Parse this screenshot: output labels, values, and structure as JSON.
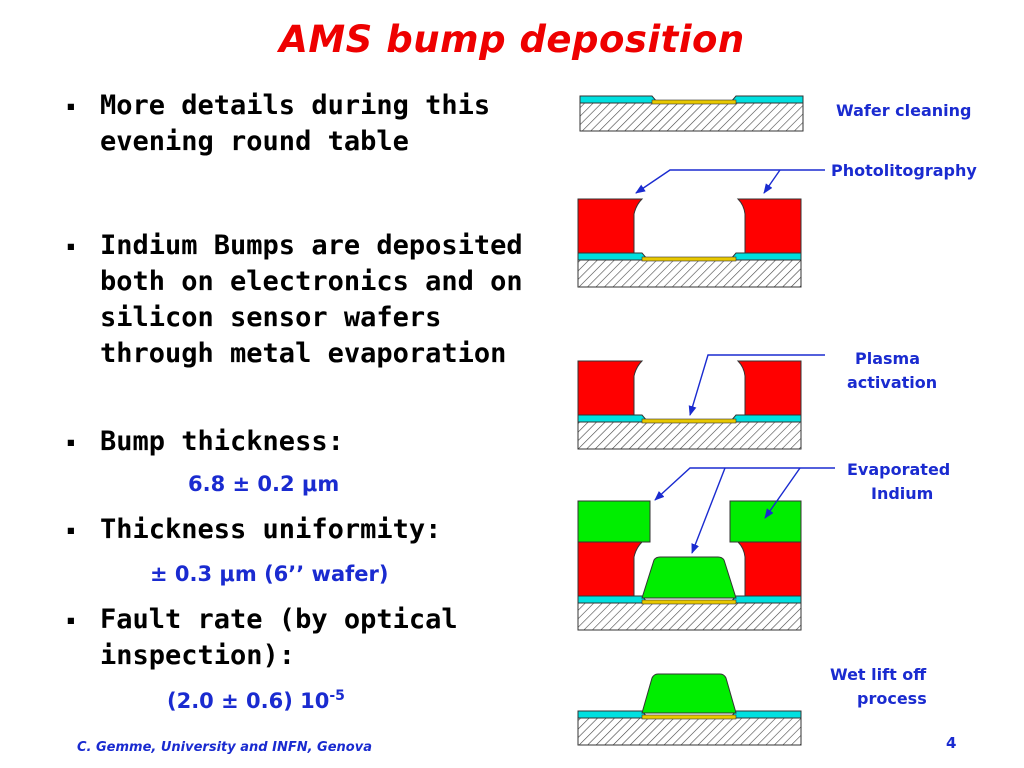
{
  "title": "AMS bump deposition",
  "bullets": [
    {
      "text": "More details during this evening round table"
    },
    {
      "text": "Indium Bumps are deposited both on electronics and on silicon sensor wafers through metal evaporation"
    },
    {
      "text": "Bump thickness:",
      "value": "6.8 ± 0.2 μm"
    },
    {
      "text": "Thickness uniformity:",
      "value": "± 0.3 μm (6’’ wafer)"
    },
    {
      "text": "Fault rate (by optical inspection):",
      "value_base": "(2.0 ± 0.6) 10",
      "value_exp": "-5"
    }
  ],
  "bullet_marker": "▪",
  "diagram_labels": {
    "wafer_cleaning": "Wafer cleaning",
    "photolitography": "Photolitography",
    "plasma_line1": "Plasma",
    "plasma_line2": "activation",
    "evap_line1": "Evaporated",
    "evap_line2": "Indium",
    "liftoff_line1": "Wet lift off",
    "liftoff_line2": "process"
  },
  "colors": {
    "title": "#ee0000",
    "accent_text": "#1a2bd0",
    "resist": "#ff0000",
    "indium": "#00ee00",
    "passivation": "#00e0e0",
    "pad": "#e8c800"
  },
  "footer": "C. Gemme, University and INFN, Genova",
  "page_number": "4"
}
